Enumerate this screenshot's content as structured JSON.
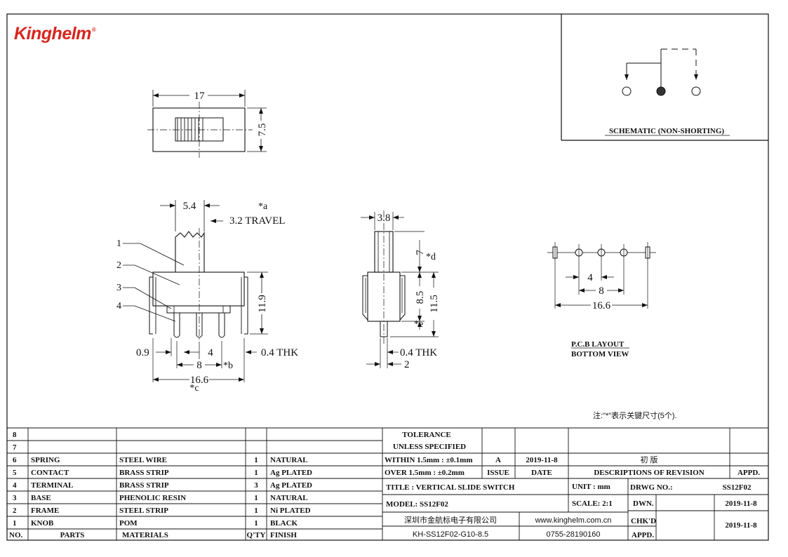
{
  "logo": {
    "text": "Kinghelm",
    "mark": "®",
    "color": "#d7261e"
  },
  "schematic": {
    "caption": "SCHEMATIC (NON-SHORTING)"
  },
  "views": {
    "top": {
      "width": "17",
      "height": "7.5"
    },
    "front": {
      "knob_width": "5.4",
      "travel": "3.2 TRAVEL",
      "travel_note": "*a",
      "height": "11.9",
      "pitch_small": "4",
      "pitch_large": "8",
      "pitch_note": "*b",
      "span": "16.6",
      "span_note": "*c",
      "edge": "0.9",
      "thickness": "0.4 THK",
      "callouts": [
        "1",
        "2",
        "3",
        "4"
      ]
    },
    "side": {
      "width": "3.8",
      "knob_h": "7",
      "knob_note": "*d",
      "body_h": "8.5",
      "total_h": "11.5",
      "pin_note": "*e",
      "thickness": "0.4 THK",
      "pin_w": "2"
    },
    "pcb": {
      "pitch_small": "4",
      "pitch_large": "8",
      "span": "16.6",
      "caption1": "P.C.B LAYOUT",
      "caption2": "BOTTOM VIEW"
    }
  },
  "note": "注:\"*\"表示关键尺寸(5个).",
  "bom": {
    "rows": [
      {
        "no": "8",
        "part": "",
        "material": "",
        "qty": "",
        "finish": ""
      },
      {
        "no": "7",
        "part": "",
        "material": "",
        "qty": "",
        "finish": ""
      },
      {
        "no": "6",
        "part": "SPRING",
        "material": "STEEL WIRE",
        "qty": "1",
        "finish": "NATURAL"
      },
      {
        "no": "5",
        "part": "CONTACT",
        "material": "BRASS STRIP",
        "qty": "1",
        "finish": "Ag PLATED"
      },
      {
        "no": "4",
        "part": "TERMINAL",
        "material": "BRASS STRIP",
        "qty": "3",
        "finish": "Ag PLATED"
      },
      {
        "no": "3",
        "part": "BASE",
        "material": "PHENOLIC RESIN",
        "qty": "1",
        "finish": "NATURAL"
      },
      {
        "no": "2",
        "part": "FRAME",
        "material": "STEEL STRIP",
        "qty": "1",
        "finish": "Ni PLATED"
      },
      {
        "no": "1",
        "part": "KNOB",
        "material": "POM",
        "qty": "1",
        "finish": "BLACK"
      }
    ],
    "header": {
      "no": "NO.",
      "part": "PARTS",
      "material": "MATERIALS",
      "qty": "Q'TY",
      "finish": "FINISH"
    }
  },
  "title_block": {
    "tolerance_1": "TOLERANCE",
    "tolerance_2": "UNLESS  SPECIFIED",
    "within": "WITHIN 1.5mm : ±0.1mm",
    "over": "OVER 1.5mm : ±0.2mm",
    "rev_issue": "A",
    "rev_date": "2019-11-8",
    "rev_desc": "初  版",
    "hdr_issue": "ISSUE",
    "hdr_date": "DATE",
    "hdr_desc": "DESCRIPTIONS OF REVISION",
    "hdr_appd": "APPD.",
    "title": "TITLE :  VERTICAL SLIDE SWITCH",
    "unit": "UNIT :  mm",
    "drwg_label": "DRWG NO.:",
    "drwg_no": "SS12F02",
    "model": "MODEL:  SS12F02",
    "scale": "SCALE:  2:1",
    "dwn_label": "DWN.",
    "dwn_date": "2019-11-8",
    "company": "深圳市金航标电子有限公司",
    "website": "www.kinghelm.com.cn",
    "chkd_label": "CHK'D",
    "chkd_date": "2019-11-8",
    "part_code": "KH-SS12F02-G10-8.5",
    "phone": "0755-28190160",
    "appd_label": "APPD."
  }
}
